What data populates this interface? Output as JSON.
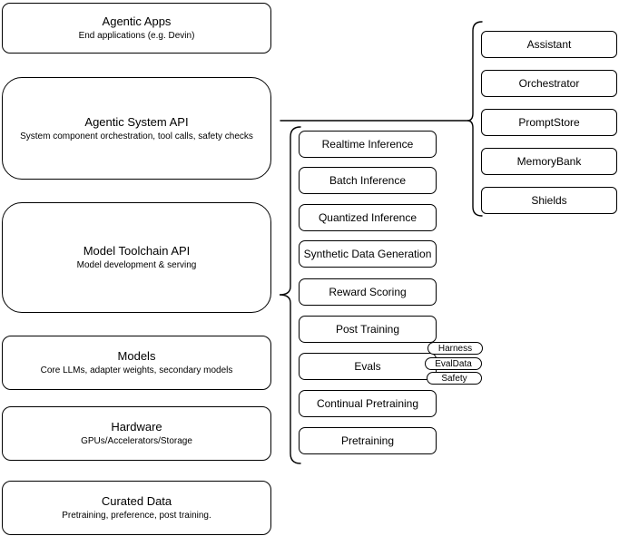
{
  "diagram": {
    "left_stack": [
      {
        "title": "Agentic Apps",
        "subtitle": "End applications (e.g. Devin)"
      },
      {
        "title": "Agentic System API",
        "subtitle": "System component orchestration, tool calls, safety checks"
      },
      {
        "title": "Model Toolchain API",
        "subtitle": "Model development & serving"
      },
      {
        "title": "Models",
        "subtitle": "Core LLMs, adapter weights, secondary models"
      },
      {
        "title": "Hardware",
        "subtitle": "GPUs/Accelerators/Storage"
      },
      {
        "title": "Curated Data",
        "subtitle": "Pretraining, preference, post training."
      }
    ],
    "toolchain_items": [
      "Realtime Inference",
      "Batch Inference",
      "Quantized Inference",
      "Synthetic Data Generation",
      "Reward Scoring",
      "Post Training",
      "Evals",
      "Continual Pretraining",
      "Pretraining"
    ],
    "evals_tags": [
      "Harness",
      "EvalData",
      "Safety"
    ],
    "system_items": [
      "Assistant",
      "Orchestrator",
      "PromptStore",
      "MemoryBank",
      "Shields"
    ],
    "colors": {
      "stroke": "#000000",
      "background": "#ffffff"
    }
  }
}
